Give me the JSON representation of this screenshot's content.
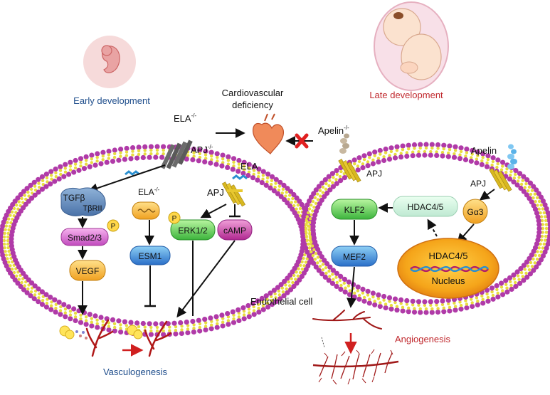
{
  "sections": {
    "early_title": "Early development",
    "late_title": "Late development",
    "center_title_line1": "Cardiovascular",
    "center_title_line2": "deficiency"
  },
  "left_cell": {
    "ela_knockout": "ELA",
    "apj_knockout": "APJ",
    "knockout_sup": "-/-",
    "tgfb": "TGFβ",
    "tbrii": "TβRII",
    "smad": "Smad2/3",
    "phospho": "P",
    "vegf": "VEGF",
    "ela_ko_inner": "ELA",
    "esm1": "ESM1",
    "ela": "ELA",
    "apj": "APJ",
    "erk": "ERK1/2",
    "camp": "cAMP",
    "endothelial": "Endothelial cell",
    "outcome": "Vasculogenesis"
  },
  "right_cell": {
    "apelin_knockout": "Apelin",
    "knockout_sup": "-/-",
    "apj_left": "APJ",
    "apelin": "Apelin",
    "apj_right": "APJ",
    "klf2": "KLF2",
    "hdac_top": "HDAC4/5",
    "galpha": "Gα3",
    "mef2": "MEF2",
    "hdac_nucleus": "HDAC4/5",
    "nucleus": "Nucleus",
    "outcome": "Angiogenesis"
  },
  "colors": {
    "membrane_outer": "#b03aa8",
    "membrane_inner": "#e8dc40",
    "early_title": "#1f4e8c",
    "late_title": "#c0282d",
    "angiogenesis": "#c0282d",
    "vessel": "#a01818"
  }
}
